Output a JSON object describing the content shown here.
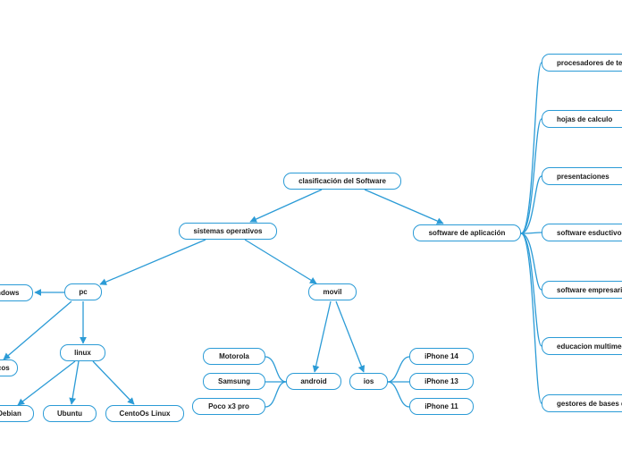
{
  "mindmap": {
    "link_color": "#2b9bd6",
    "root": {
      "label": "clasificación del Software"
    },
    "branches": {
      "sistemas_operativos": {
        "label": "sistemas operativos"
      },
      "software_aplicacion": {
        "label": "software de aplicación"
      }
    },
    "so": {
      "pc": {
        "label": "pc"
      },
      "movil": {
        "label": "movil"
      }
    },
    "pc_children": {
      "windows": {
        "label": "windows"
      },
      "macos": {
        "label": "macos"
      },
      "linux": {
        "label": "linux"
      }
    },
    "linux_children": {
      "debian": {
        "label": "Debian"
      },
      "ubuntu": {
        "label": "Ubuntu"
      },
      "centos": {
        "label": "CentoOs Linux"
      }
    },
    "movil_children": {
      "android": {
        "label": "android"
      },
      "ios": {
        "label": "ios"
      }
    },
    "android_children": {
      "motorola": {
        "label": "Motorola"
      },
      "samsung": {
        "label": "Samsung"
      },
      "poco": {
        "label": "Poco x3 pro"
      }
    },
    "ios_children": {
      "iphone14": {
        "label": "iPhone 14"
      },
      "iphone13": {
        "label": "iPhone 13"
      },
      "iphone11": {
        "label": "iPhone 11"
      }
    },
    "app_children": {
      "procesadores": {
        "label": "procesadores de texto"
      },
      "hojas": {
        "label": "hojas de calculo"
      },
      "presentaciones": {
        "label": "presentaciones"
      },
      "educativo": {
        "label": "software esductivo"
      },
      "empresarial": {
        "label": "software empresarial"
      },
      "multimedia": {
        "label": "educacion multimedia"
      },
      "bases": {
        "label": "gestores de bases de datos"
      }
    }
  }
}
